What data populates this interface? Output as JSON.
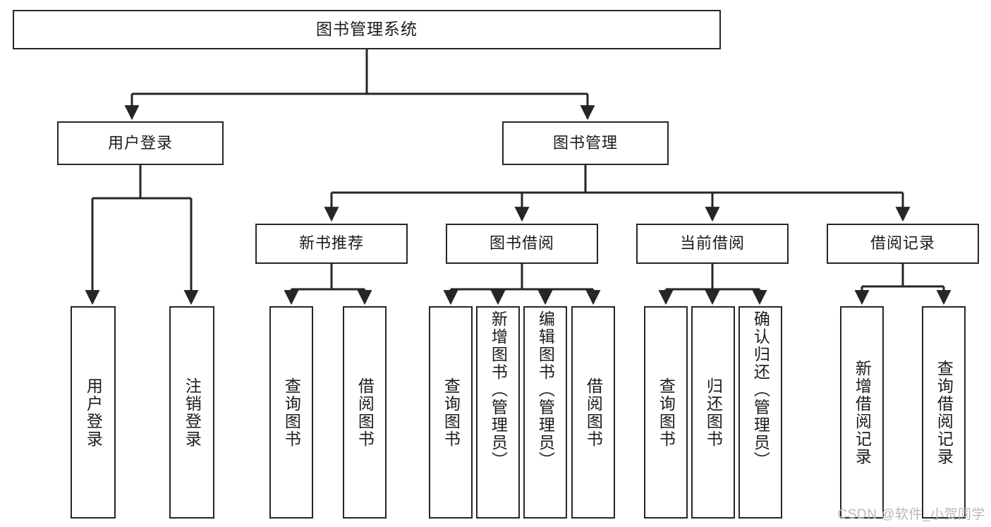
{
  "diagram": {
    "type": "tree",
    "title": "图书管理系统",
    "watermark": "CSDN @软件_小贺同学",
    "colors": {
      "stroke": "#262626",
      "box_fill": "#ffffff",
      "text": "#1b1b1b",
      "watermark": "#b9b9b9",
      "background": "#ffffff"
    },
    "root": {
      "label": "图书管理系统"
    },
    "level2": [
      {
        "label": "用户登录"
      },
      {
        "label": "图书管理"
      }
    ],
    "level3": [
      {
        "label": "新书推荐"
      },
      {
        "label": "图书借阅"
      },
      {
        "label": "当前借阅"
      },
      {
        "label": "借阅记录"
      }
    ],
    "leaves": {
      "user_login": [
        {
          "label": "用户登录"
        },
        {
          "label": "注销登录"
        }
      ],
      "new_book_recommend": [
        {
          "label": "查询图书"
        },
        {
          "label": "借阅图书"
        }
      ],
      "book_borrow": [
        {
          "label": "查询图书"
        },
        {
          "label": "新增图书（管理员）"
        },
        {
          "label": "编辑图书（管理员）"
        },
        {
          "label": "借阅图书"
        }
      ],
      "current_borrow": [
        {
          "label": "查询图书"
        },
        {
          "label": "归还图书"
        },
        {
          "label": "确认归还（管理员）"
        }
      ],
      "borrow_record": [
        {
          "label": "新增借阅记录"
        },
        {
          "label": "查询借阅记录"
        }
      ]
    }
  }
}
